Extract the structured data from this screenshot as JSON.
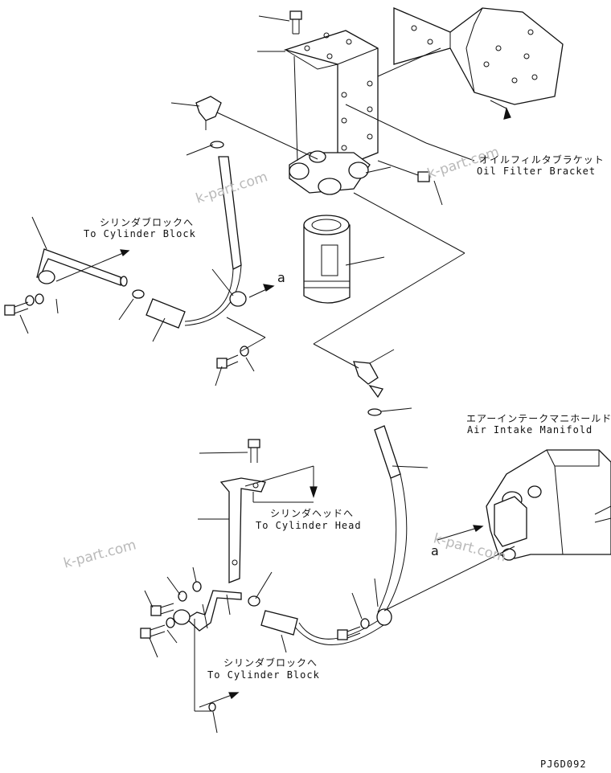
{
  "labels": {
    "oil_filter_bracket_jp": "オイルフィルタブラケット",
    "oil_filter_bracket_en": "Oil Filter Bracket",
    "to_cylinder_block_top_jp": "シリンダブロックへ",
    "to_cylinder_block_top_en": "To Cylinder Block",
    "air_intake_manifold_jp": "エアーインテークマニホールド",
    "air_intake_manifold_en": "Air Intake Manifold",
    "to_cylinder_head_jp": "シリンダヘッドへ",
    "to_cylinder_head_en": "To Cylinder Head",
    "to_cylinder_block_bottom_jp": "シリンダブロックへ",
    "to_cylinder_block_bottom_en": "To Cylinder Block",
    "connection_a_top": "a",
    "connection_a_bottom": "a",
    "drawing_code": "PJ6D092"
  },
  "watermarks": [
    "k-part.com",
    "k-part.com",
    "k-part.com",
    "k-part.com"
  ]
}
